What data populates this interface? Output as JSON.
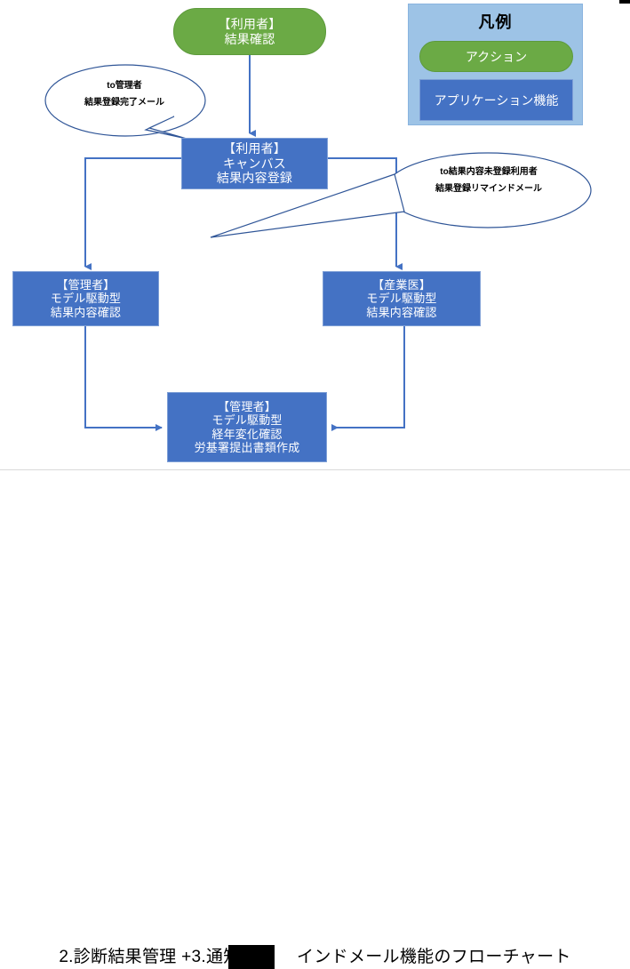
{
  "diagram": {
    "caption": "2.診断結果管理 +3.通知 　　　インドメール機能のフローチャート",
    "colors": {
      "action_green": "#6BAA45",
      "appfunction_blue": "#4472C4",
      "legend_panel_blue": "#9DC3E6",
      "connector_blue": "#4472C4",
      "redaction_black": "#000000"
    }
  },
  "legend": {
    "title": "凡例",
    "action_label": "アクション",
    "appfunction_label": "アプリケーション機能"
  },
  "nodes": {
    "top_action": {
      "type": "action",
      "line1": "【利用者】",
      "line2": "結果確認"
    },
    "center": {
      "type": "appfunction",
      "line1": "【利用者】",
      "line2": "キャンバス",
      "line3": "結果内容登録"
    },
    "admin_check": {
      "type": "appfunction",
      "line1": "【管理者】",
      "line2": "モデル駆動型",
      "line3": "結果内容確認"
    },
    "doctor_check": {
      "type": "appfunction",
      "line1": "【産業医】",
      "line2": "モデル駆動型",
      "line3": "結果内容確認"
    },
    "admin_trend": {
      "type": "appfunction",
      "line1": "【管理者】",
      "line2": "モデル駆動型",
      "line3": "経年変化確認",
      "line4": "労基署提出書類作成"
    }
  },
  "callouts": {
    "left": {
      "line1": "to管理者",
      "line2": "結果登録完了メール"
    },
    "right": {
      "line1": "to結果内容未登録利用者",
      "line2": "結果登録リマインドメール"
    }
  }
}
